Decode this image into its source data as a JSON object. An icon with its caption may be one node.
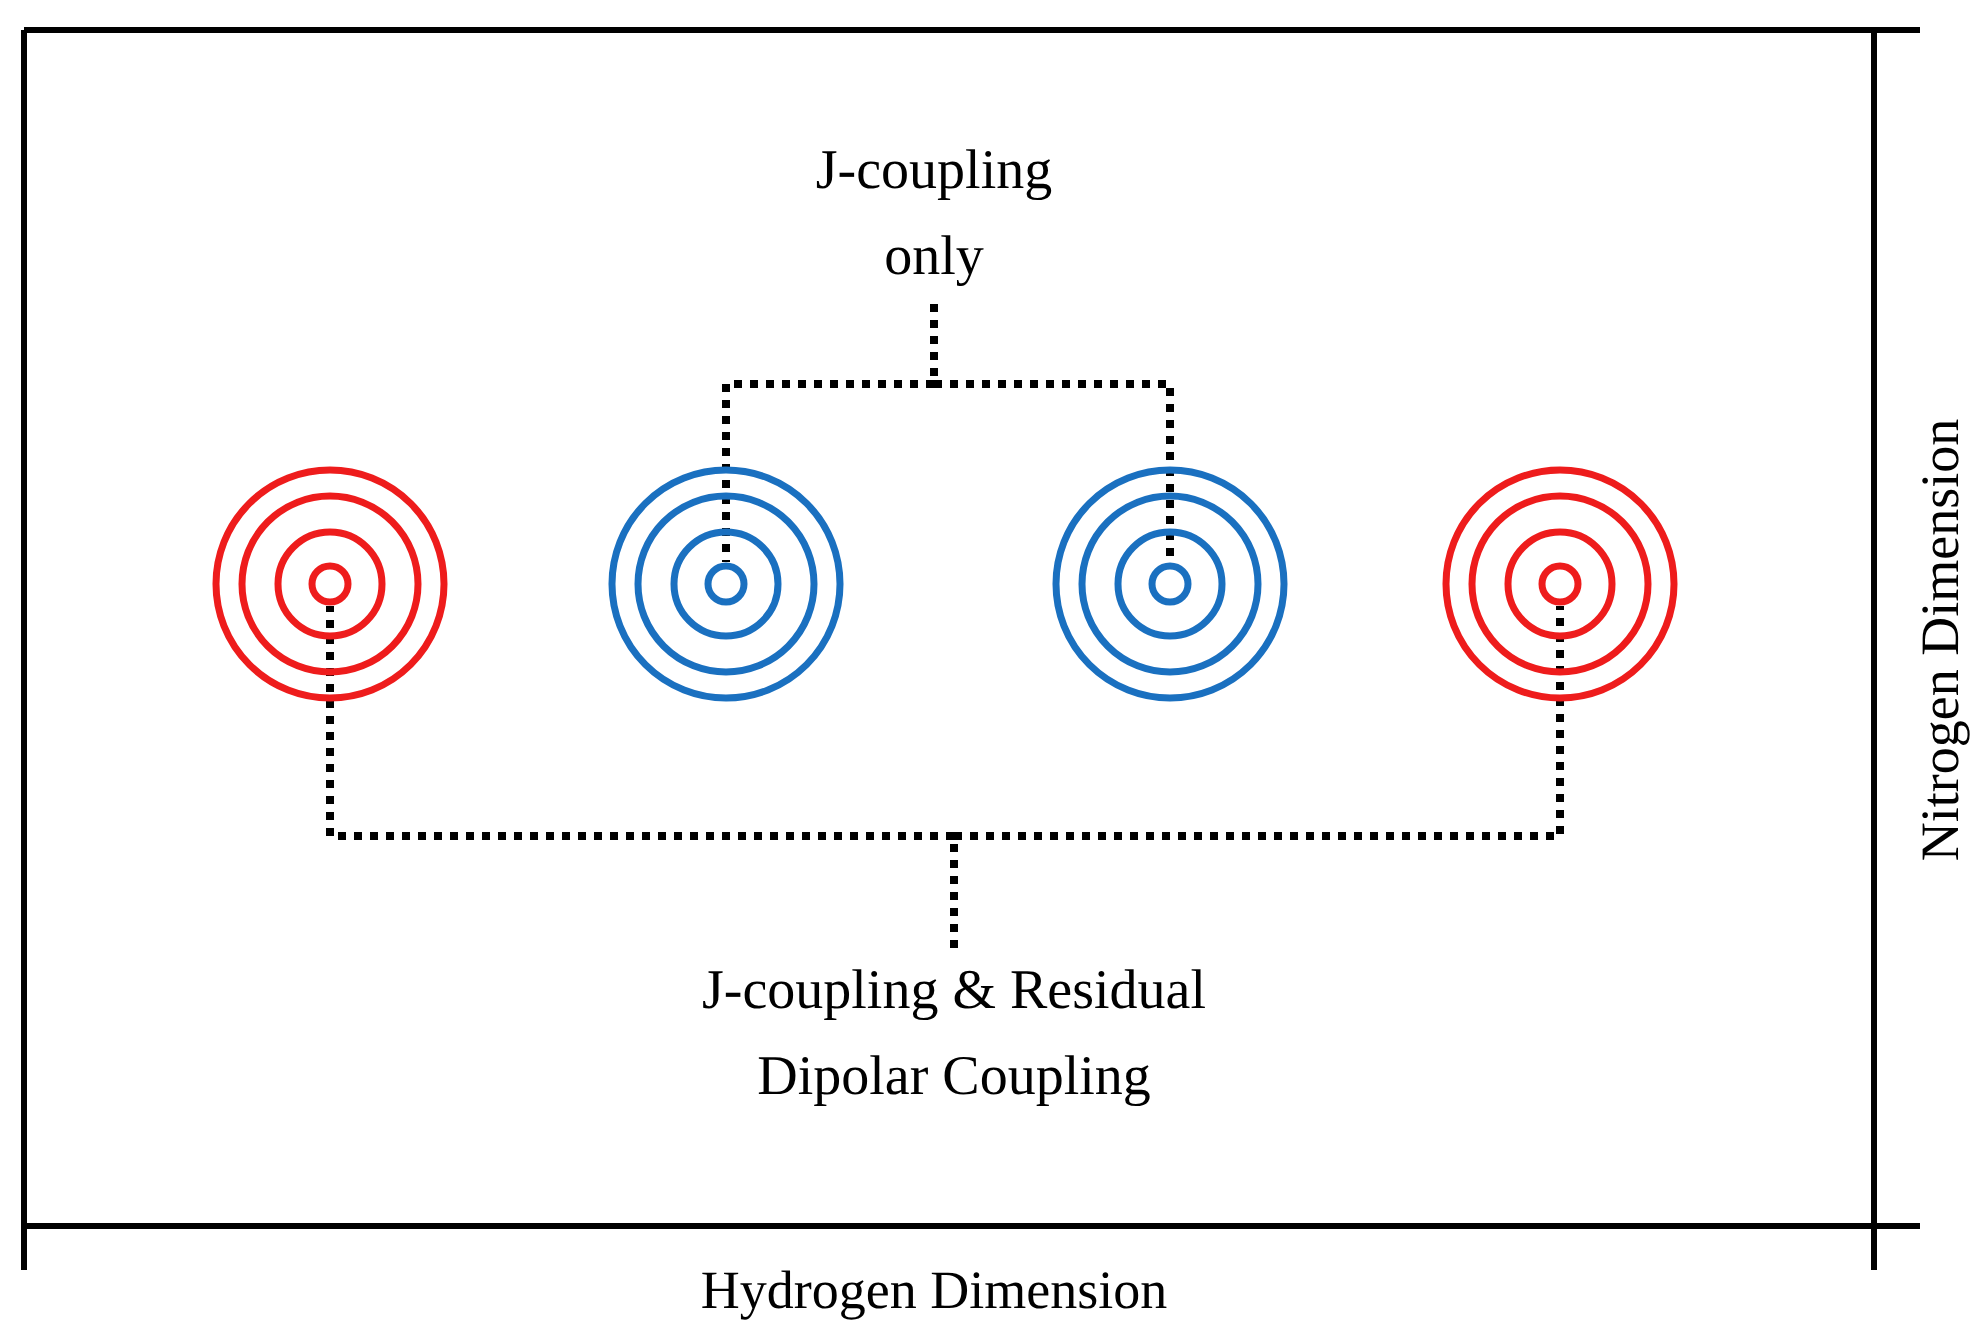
{
  "diagram": {
    "nodes": [
      {
        "text": [
          "J-coupling only"
        ]
      },
      {
        "text": [],
        "shape": "circle"
      },
      {
        "text": [],
        "shape": "circle"
      },
      {
        "text": [],
        "shape": "circle"
      },
      {
        "text": [],
        "shape": "circle"
      },
      {
        "text": [
          "J-coupling & Residual Dipolar Coupling"
        ]
      }
    ],
    "edges": [
      {
        "from": 0,
        "to": 2,
        "arrow": "none",
        "style": "dashed"
      },
      {
        "from": 0,
        "to": 3,
        "arrow": "none",
        "style": "dashed"
      },
      {
        "from": 5,
        "to": 1,
        "arrow": "none",
        "style": "dashed"
      },
      {
        "from": 5,
        "to": 4,
        "arrow": "none",
        "style": "dashed"
      }
    ],
    "labels": [
      "Nitrogen Dimension",
      "Hydrogen Dimension"
    ]
  }
}
